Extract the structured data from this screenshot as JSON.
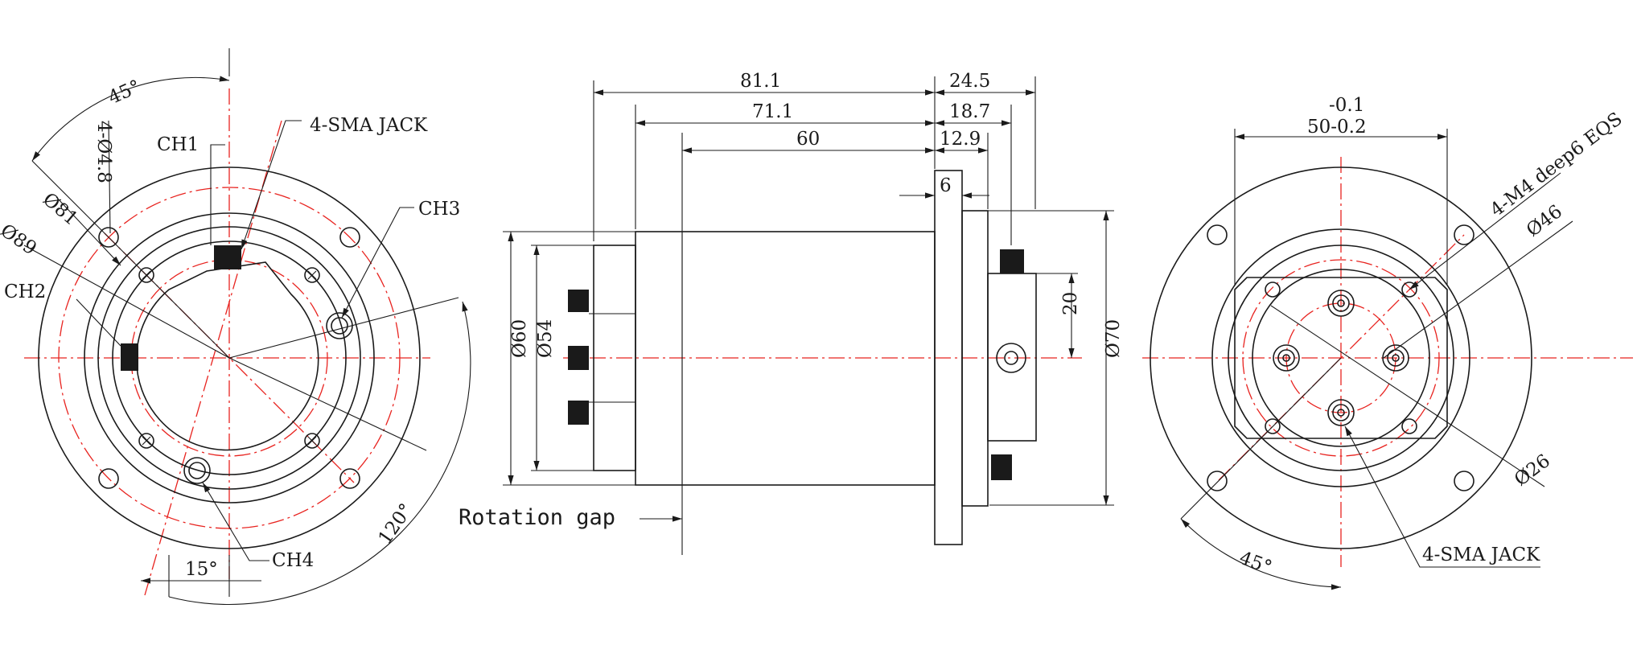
{
  "colors": {
    "line": "#1a1a1a",
    "centerline": "#e8231f",
    "background": "#ffffff"
  },
  "left_view": {
    "angle_top": "45°",
    "hole_spec": "4-Ø4.8",
    "sma_label": "4-SMA JACK",
    "ch1": "CH1",
    "ch2": "CH2",
    "ch3": "CH3",
    "ch4": "CH4",
    "dia_81": "Ø81",
    "dia_89": "Ø89",
    "angle_120": "120°",
    "angle_15": "15°"
  },
  "side_view": {
    "len_total": "81.1",
    "len_body": "71.1",
    "len_rotor": "60",
    "len_right_total": "24.5",
    "len_right_mid": "18.7",
    "len_right_small": "12.9",
    "flange_thick": "6",
    "dia_60": "Ø60",
    "dia_54": "Ø54",
    "dia_70": "Ø70",
    "conn_spacing": "20",
    "rotation_gap": "Rotation gap"
  },
  "right_view": {
    "tol_upper": "-0.1",
    "dim_50": "50-0.2",
    "thread_spec": "4-M4 deep6 EQS",
    "dia_46": "Ø46",
    "dia_26": "Ø26",
    "angle_45": "45°",
    "sma_label": "4-SMA JACK"
  }
}
